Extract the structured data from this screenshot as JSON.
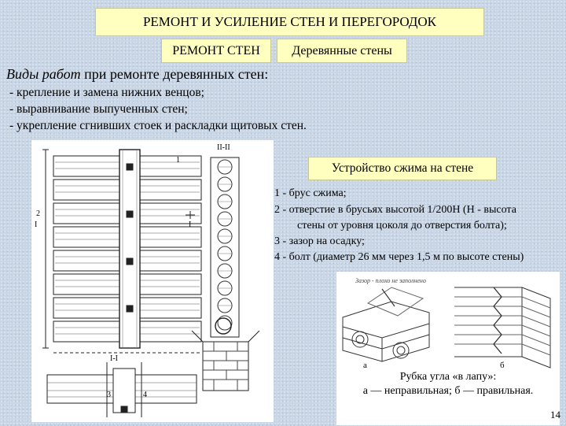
{
  "header": {
    "title": "РЕМОНТ И УСИЛЕНИЕ СТЕН И ПЕРЕГОРОДОК",
    "section": "РЕМОНТ СТЕН",
    "subsection": "Деревянные стены"
  },
  "works": {
    "heading_italic": "Виды работ",
    "heading_rest": " при ремонте деревянных стен:",
    "items": [
      "- крепление и замена нижних венцов;",
      "- выравнивание выпученных стен;",
      "- укрепление сгнивших стоек и раскладки щитовых стен."
    ]
  },
  "drawing_left": {
    "section_labels": [
      "II-II",
      "I",
      "I",
      "I-I"
    ],
    "callouts": [
      "1",
      "2",
      "3",
      "4"
    ]
  },
  "device": {
    "heading": "Устройство сжима на стене",
    "legend": [
      "1 - брус сжима;",
      "2 - отверстие в брусьях высотой 1/200Н  (Н - высота",
      "стены от уровня цоколя до отверстия болта);",
      "3 - зазор на осадку;",
      "4 - болт (диаметр 26 мм через 1,5 м по высоте стены)"
    ]
  },
  "corner": {
    "caption_line1": "Рубка угла «в лапу»:",
    "caption_line2": "а — неправильная; б — правильная.",
    "labels": [
      "а",
      "б"
    ],
    "handwritten_note": "Зазор - плохо не заполнено"
  },
  "page_number": "14"
}
